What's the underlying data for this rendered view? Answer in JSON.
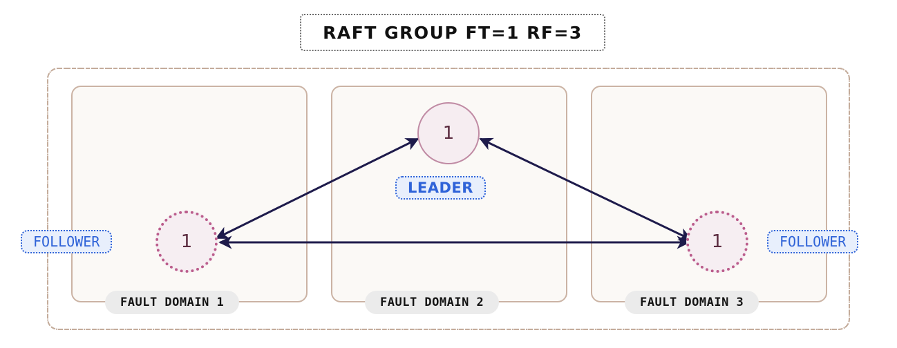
{
  "title": {
    "text": "RAFT GROUP FT=1 RF=3"
  },
  "cluster": {
    "border_color": "#c4ac9b",
    "domains": [
      {
        "label": "FAULT DOMAIN 1"
      },
      {
        "label": "FAULT DOMAIN 2"
      },
      {
        "label": "FAULT DOMAIN 3"
      }
    ]
  },
  "nodes": [
    {
      "id": "follower-1",
      "value": "1",
      "role": "FOLLOWER",
      "style": "dotted"
    },
    {
      "id": "leader",
      "value": "1",
      "role": "LEADER",
      "style": "solid"
    },
    {
      "id": "follower-3",
      "value": "1",
      "role": "FOLLOWER",
      "style": "dotted"
    }
  ],
  "badges": {
    "leader": "LEADER",
    "follower_left": "FOLLOWER",
    "follower_right": "FOLLOWER"
  },
  "colors": {
    "node_border_leader": "#c08ba4",
    "node_border_follower": "#bb5d8c",
    "node_fill": "#f6edf1",
    "node_text": "#5b2b3f",
    "edge": "#1e1b4b",
    "badge_text": "#2f63d8",
    "badge_fill": "#e8effc",
    "domain_fill": "#fbf9f6",
    "domain_border": "#cbb3a4",
    "domain_label_fill": "#ebebeb",
    "title_text": "#111111"
  },
  "edges": [
    {
      "from": "follower-1",
      "to": "leader",
      "direction": "bidirectional"
    },
    {
      "from": "leader",
      "to": "follower-3",
      "direction": "bidirectional"
    },
    {
      "from": "follower-1",
      "to": "follower-3",
      "direction": "bidirectional"
    }
  ]
}
